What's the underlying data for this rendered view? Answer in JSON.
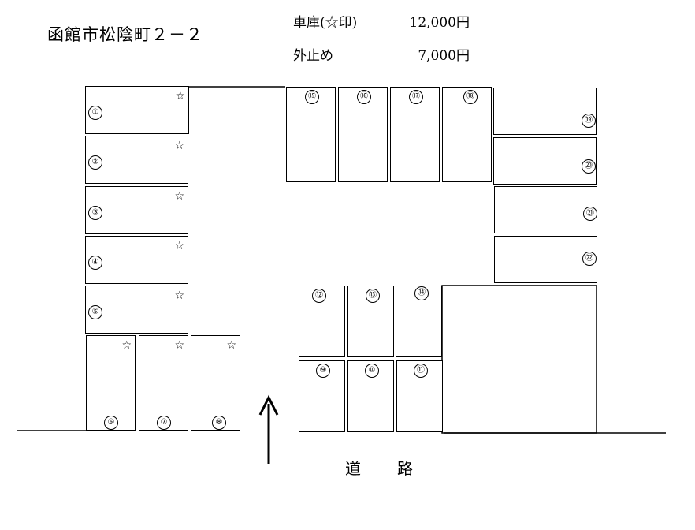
{
  "title": "函館市松陰町２－２",
  "prices": [
    {
      "label": "車庫(☆印)",
      "value": "12,000円"
    },
    {
      "label": "外止め",
      "value": "7,000円"
    }
  ],
  "road_label": "道　　路",
  "star_symbol": "☆",
  "slots": [
    {
      "n": "①",
      "star": true
    },
    {
      "n": "②",
      "star": true
    },
    {
      "n": "③",
      "star": true
    },
    {
      "n": "④",
      "star": true
    },
    {
      "n": "⑤",
      "star": true
    },
    {
      "n": "⑥",
      "star": true
    },
    {
      "n": "⑦",
      "star": true
    },
    {
      "n": "⑧",
      "star": true
    },
    {
      "n": "⑨",
      "star": false
    },
    {
      "n": "⑩",
      "star": false
    },
    {
      "n": "⑪",
      "star": false
    },
    {
      "n": "⑫",
      "star": false
    },
    {
      "n": "⑬",
      "star": false
    },
    {
      "n": "⑭",
      "star": false
    },
    {
      "n": "⑮",
      "star": false
    },
    {
      "n": "⑯",
      "star": false
    },
    {
      "n": "⑰",
      "star": false
    },
    {
      "n": "⑱",
      "star": false
    },
    {
      "n": "⑲",
      "star": false
    },
    {
      "n": "⑳",
      "star": false
    },
    {
      "n": "㉑",
      "star": false
    },
    {
      "n": "㉒",
      "star": false
    }
  ]
}
